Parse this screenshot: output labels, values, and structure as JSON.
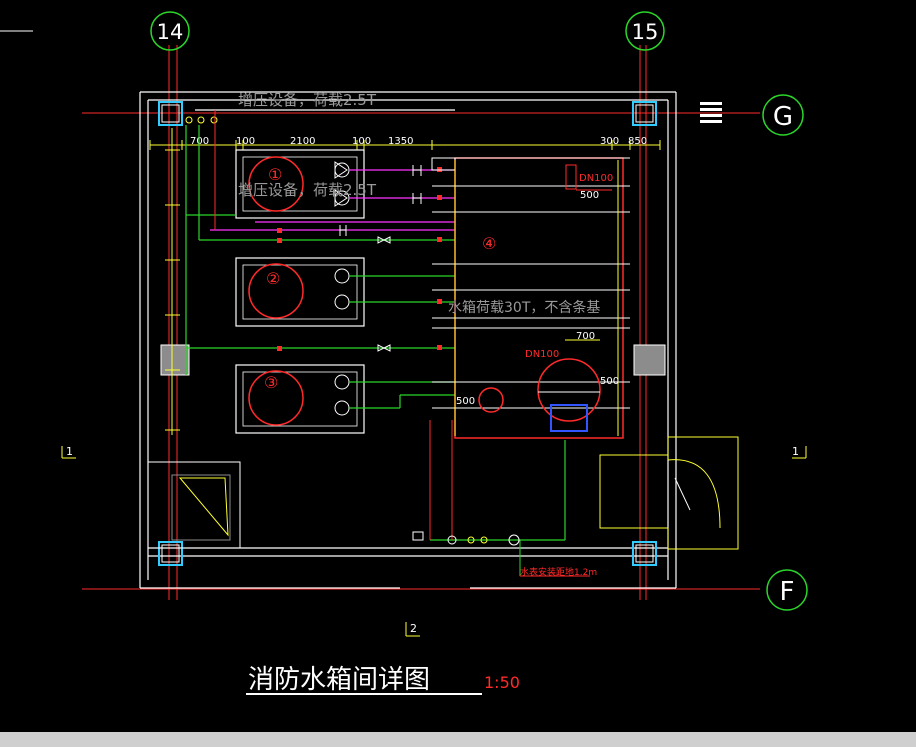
{
  "grid": {
    "col_left": "14",
    "col_right": "15",
    "row_top": "G",
    "row_bottom": "F"
  },
  "labels": {
    "booster_top": "增压设备，荷载2.5T",
    "booster_mid": "增压设备，荷载2.5T",
    "tank_load": "水箱荷载30T，不含条基",
    "tank_no": "④",
    "pump_1": "①",
    "pump_2": "②",
    "pump_3": "③",
    "drain_note": "水表安装距地1.2m",
    "overflow_size": "DN100",
    "vent_size": "DN100",
    "section_left": "1",
    "section_right": "1",
    "section_bottom": "2"
  },
  "dimensions": {
    "d_700": "700",
    "d_100a": "100",
    "d_2100": "2100",
    "d_100b": "100",
    "d_1350": "1350",
    "d_300": "300",
    "d_850": "850",
    "d_500a": "500",
    "d_500b": "500",
    "d_700b": "700",
    "d_500c": "500"
  },
  "title": {
    "main": "消防水箱间详图",
    "scale": "1:50"
  },
  "colors": {
    "red": "#ff2a2a",
    "green": "#2bd62b",
    "yellow": "#ffff33",
    "magenta": "#ff33ff",
    "white": "#ffffff",
    "cyan": "#33ccff",
    "grey": "#8c8c8c",
    "blue": "#3355ff"
  }
}
